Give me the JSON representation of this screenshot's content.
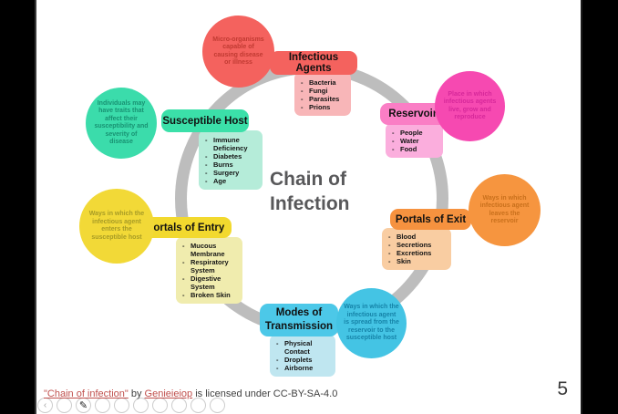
{
  "slide": {
    "title": "Chain of Infection",
    "page_number": "5",
    "attribution": {
      "link1": "\"Chain of infection\"",
      "mid": " by ",
      "link2": "Genieieiop",
      "rest": " is licensed under CC-BY-SA-4.0"
    },
    "ring_color": "#bdbdbd",
    "nodes": {
      "infectious_agents": {
        "label": "Infectious Agents",
        "bubble": "Micro-organisms capable of causing disease or illness",
        "items": [
          "Bacteria",
          "Fungi",
          "Parasites",
          "Prions"
        ],
        "color_main": "#f4625e",
        "color_label": "#f4625e",
        "color_list": "#f8b6b8",
        "color_bubble_text": "#c13a32"
      },
      "reservoirs": {
        "label": "Reservoirs",
        "bubble": "Place in which infectious agents live, grow and reproduce",
        "items": [
          "People",
          "Water",
          "Food"
        ],
        "color_main": "#f649b1",
        "color_label": "#fa7ec5",
        "color_list": "#fbaedd",
        "color_bubble_text": "#d6289a"
      },
      "portals_of_exit": {
        "label": "Portals of Exit",
        "bubble": "Ways in which infectious agent leaves the reservoir",
        "items": [
          "Blood",
          "Secretions",
          "Excretions",
          "Skin"
        ],
        "color_main": "#f6953f",
        "color_label": "#f6923f",
        "color_list": "#f9cda2",
        "color_bubble_text": "#c9701c"
      },
      "modes_of_transmission": {
        "label": "Modes of Transmission",
        "bubble": "Ways in which the infectious agent is spread from the reservoir to the susceptible host",
        "items": [
          "Physical Contact",
          "Droplets",
          "Airborne"
        ],
        "color_main": "#44c4e4",
        "color_label": "#4cc8e8",
        "color_list": "#bfe6f0",
        "color_bubble_text": "#1583a8"
      },
      "portals_of_entry": {
        "label": "Portals of Entry",
        "bubble": "Ways in which the infectious agent enters the susceptible host",
        "items": [
          "Mucous Membrane",
          "Respiratory System",
          "Digestive System",
          "Broken Skin"
        ],
        "color_main": "#f2d937",
        "color_label": "#f2d92e",
        "color_list": "#f0ecae",
        "color_bubble_text": "#a79b25"
      },
      "susceptible_host": {
        "label": "Susceptible Host",
        "bubble": "Individuals may have traits that affect their susceptibility and severity of disease",
        "items": [
          "Immune Deficiency",
          "Diabetes",
          "Burns",
          "Surgery",
          "Age"
        ],
        "color_main": "#3bdcab",
        "color_label": "#3be0a9",
        "color_list": "#b5ecd9",
        "color_bubble_text": "#189272"
      }
    }
  },
  "toolbar": {
    "buttons": [
      {
        "name": "chevron-left-icon",
        "glyph": "‹"
      },
      {
        "name": "toolbar-icon-2",
        "glyph": ""
      },
      {
        "name": "pen-icon",
        "glyph": "✎"
      },
      {
        "name": "toolbar-icon-4",
        "glyph": ""
      },
      {
        "name": "toolbar-icon-5",
        "glyph": ""
      },
      {
        "name": "toolbar-icon-6",
        "glyph": ""
      },
      {
        "name": "toolbar-icon-7",
        "glyph": ""
      },
      {
        "name": "toolbar-icon-8",
        "glyph": ""
      },
      {
        "name": "toolbar-icon-9",
        "glyph": ""
      },
      {
        "name": "toolbar-icon-10",
        "glyph": ""
      }
    ]
  }
}
